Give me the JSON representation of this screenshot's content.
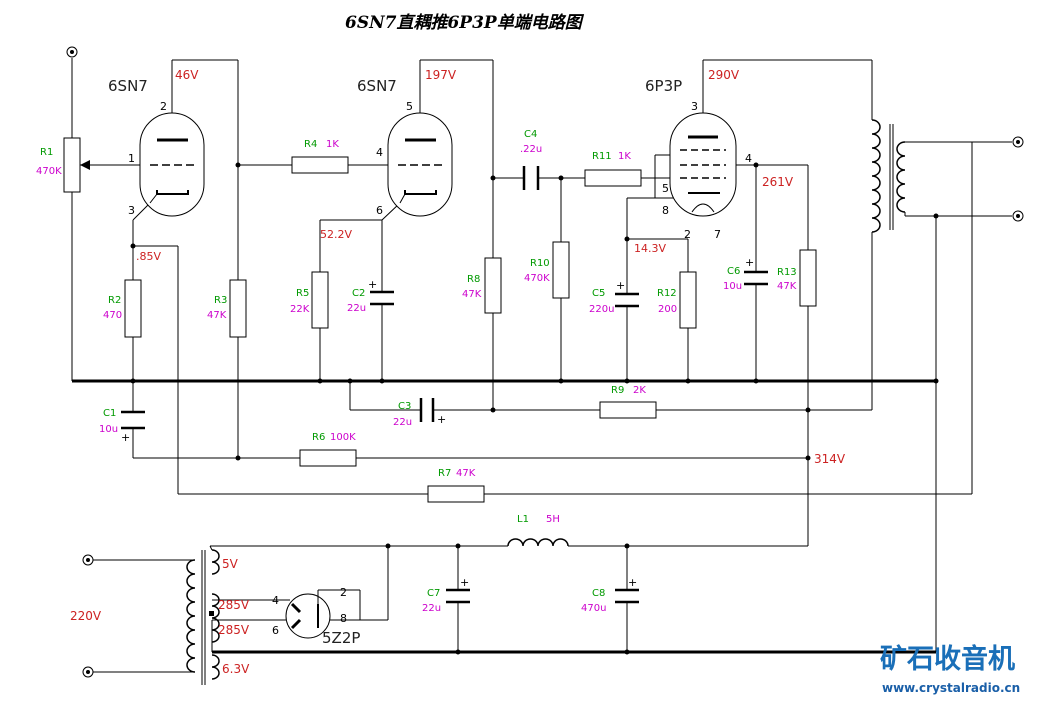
{
  "title": "6SN7直耦推6P3P单端电路图",
  "tubes": {
    "v1": "6SN7",
    "v2": "6SN7",
    "v3": "6P3P",
    "rect": "5Z2P"
  },
  "pins": {
    "v1_plate": "2",
    "v1_grid": "1",
    "v1_cathode": "3",
    "v2_plate": "5",
    "v2_grid": "4",
    "v2_cathode": "6",
    "v3_plate": "3",
    "v3_g2": "4",
    "v3_g1": "5",
    "v3_k": "8",
    "v3_h1": "2",
    "v3_h2": "7",
    "rect_4": "4",
    "rect_6": "6",
    "rect_2": "2",
    "rect_8": "8"
  },
  "voltages": {
    "v1_plate": "46V",
    "v2_plate": "197V",
    "v3_plate": "290V",
    "v3_screen": "261V",
    "v1_cathode": ".85V",
    "v2_cathode": "52.2V",
    "v3_cathode": "14.3V",
    "b_plus": "314V"
  },
  "components": {
    "R1": {
      "ref": "R1",
      "value": "470K"
    },
    "R2": {
      "ref": "R2",
      "value": "470"
    },
    "R3": {
      "ref": "R3",
      "value": "47K"
    },
    "R4": {
      "ref": "R4",
      "value": "1K"
    },
    "R5": {
      "ref": "R5",
      "value": "22K"
    },
    "R6": {
      "ref": "R6",
      "value": "100K"
    },
    "R7": {
      "ref": "R7",
      "value": "47K"
    },
    "R8": {
      "ref": "R8",
      "value": "47K"
    },
    "R9": {
      "ref": "R9",
      "value": "2K"
    },
    "R10": {
      "ref": "R10",
      "value": "470K"
    },
    "R11": {
      "ref": "R11",
      "value": "1K"
    },
    "R12": {
      "ref": "R12",
      "value": "200"
    },
    "R13": {
      "ref": "R13",
      "value": "47K"
    },
    "C1": {
      "ref": "C1",
      "value": "10u"
    },
    "C2": {
      "ref": "C2",
      "value": "22u"
    },
    "C3": {
      "ref": "C3",
      "value": "22u"
    },
    "C4": {
      "ref": "C4",
      "value": ".22u"
    },
    "C5": {
      "ref": "C5",
      "value": "220u"
    },
    "C6": {
      "ref": "C6",
      "value": "10u"
    },
    "C7": {
      "ref": "C7",
      "value": "22u"
    },
    "C8": {
      "ref": "C8",
      "value": "470u"
    },
    "L1": {
      "ref": "L1",
      "value": "5H"
    }
  },
  "power": {
    "mains": "220V",
    "rect_heater": "5V",
    "hv_a": "285V",
    "hv_b": "285V",
    "heater": "6.3V"
  },
  "watermark": {
    "brand": "矿石收音机",
    "url": "www.crystalradio.cn"
  }
}
